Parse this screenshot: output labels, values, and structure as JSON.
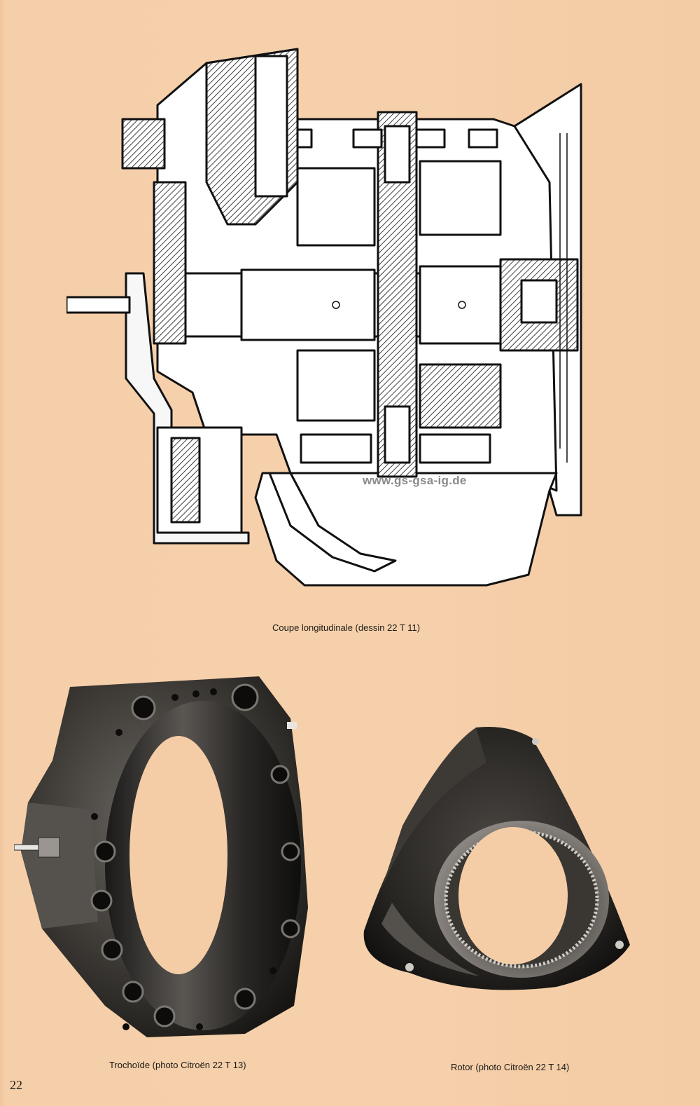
{
  "figures": {
    "section": {
      "caption": "Coupe longitudinale (dessin 22 T 11)",
      "watermark": "www.gs-gsa-ig.de"
    },
    "trochoid": {
      "caption": "Trochoïde (photo Citroën 22 T 13)"
    },
    "rotor": {
      "caption": "Rotor (photo Citroën 22 T 14)"
    }
  },
  "page_number": "22",
  "colors": {
    "paper": "#f4cda6",
    "ink": "#1c1a17"
  }
}
